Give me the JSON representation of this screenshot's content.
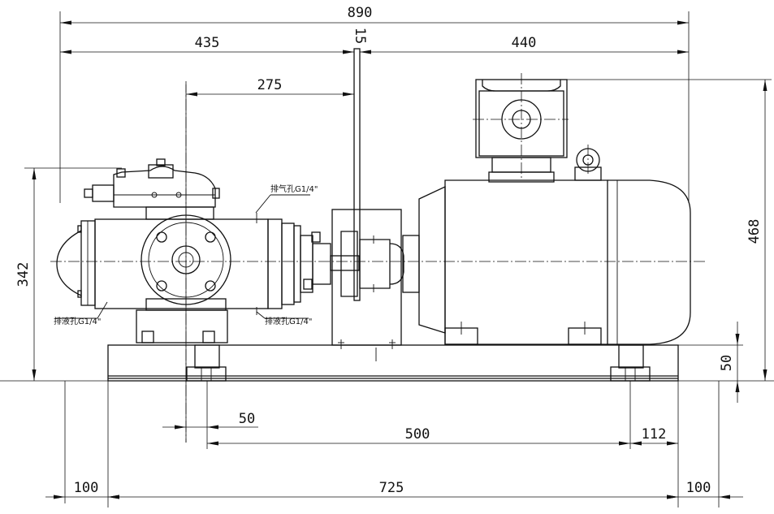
{
  "dimensions": {
    "overall_width": "890",
    "pump_to_coupling": "435",
    "coupling_to_motor": "440",
    "coupling_gap": "15",
    "pump_axis_to_coupling": "275",
    "total_height": "468",
    "axis_height": "342",
    "base_height": "50",
    "pump_axis_to_bolt": "50",
    "bolt_spacing": "500",
    "bolt_to_edge": "112",
    "left_margin": "100",
    "base_length": "725",
    "right_margin": "100"
  },
  "labels": {
    "vent_port": "排气孔G1/4\"",
    "drain_port_left": "排液孔G1/4\"",
    "drain_port_right": "排液孔G1/4\""
  }
}
